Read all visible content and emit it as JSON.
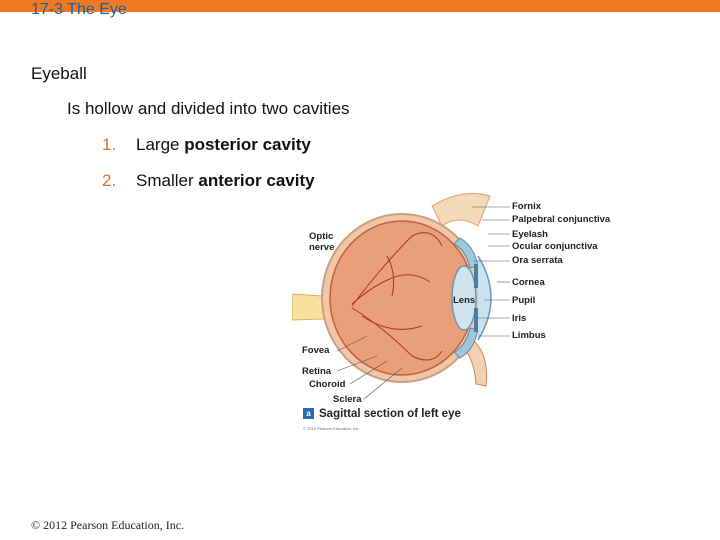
{
  "slide": {
    "title": "17-3 The Eye",
    "heading": "Eyeball",
    "subpoint": "Is hollow and divided into two cavities",
    "items": [
      {
        "num": "1.",
        "pre": "Large ",
        "bold": "posterior cavity"
      },
      {
        "num": "2.",
        "pre": "Smaller ",
        "bold": "anterior cavity"
      }
    ],
    "copyright": "© 2012 Pearson Education, Inc."
  },
  "figure": {
    "labels": {
      "fornix": "Fornix",
      "palpebral": "Palpebral conjunctiva",
      "eyelash": "Eyelash",
      "ocular": "Ocular conjunctiva",
      "ora": "Ora serrata",
      "cornea": "Cornea",
      "pupil": "Pupil",
      "iris": "Iris",
      "limbus": "Limbus",
      "optic1": "Optic",
      "optic2": "nerve",
      "lens": "Lens",
      "fovea": "Fovea",
      "retina": "Retina",
      "choroid": "Choroid",
      "sclera": "Sclera"
    },
    "caption_letter": "a",
    "caption": "Sagittal section of left eye",
    "credit": "© 2012 Pearson Education, Inc."
  },
  "colors": {
    "accent_bar": "#f07a22",
    "title": "#1a5fa0",
    "number": "#e07020"
  }
}
